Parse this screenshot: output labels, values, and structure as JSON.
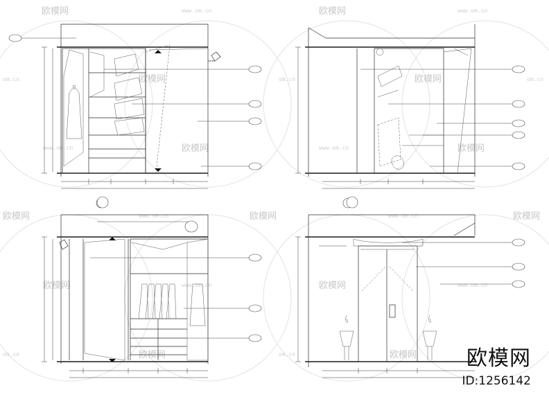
{
  "watermark": {
    "brand": "欧模网",
    "site": "www.om.cn",
    "site_short": "om.cn"
  },
  "footer": {
    "brand": "欧模网",
    "id_label": "ID:1256142"
  }
}
